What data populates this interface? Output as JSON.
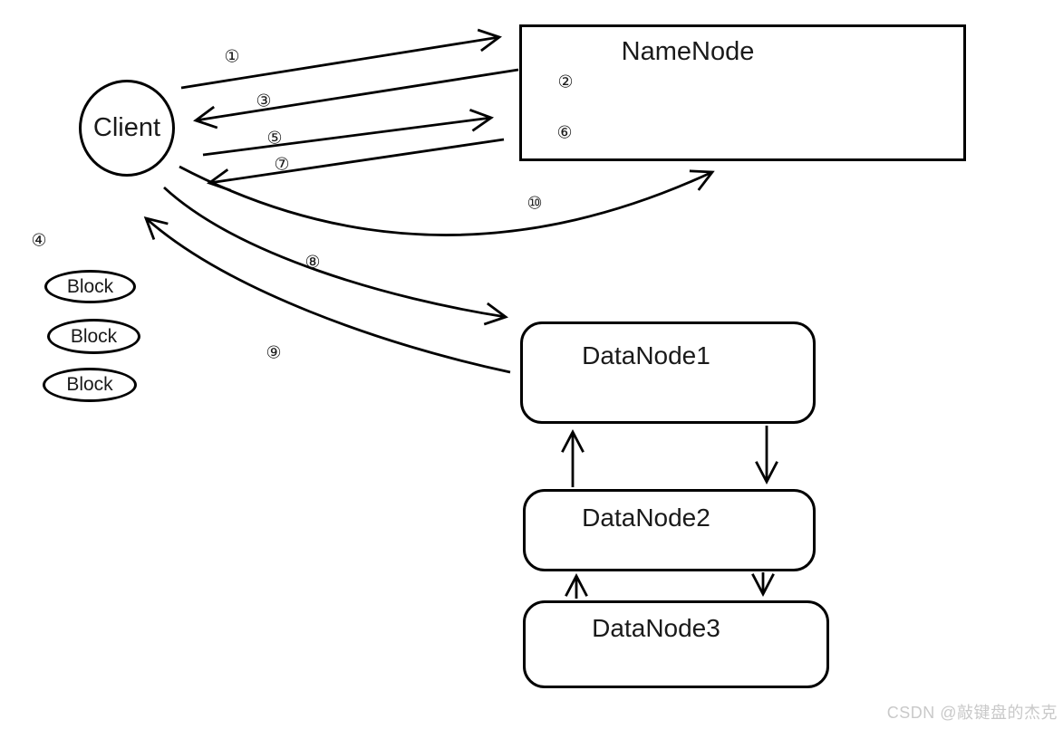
{
  "diagram": {
    "type": "flow-diagram",
    "topic": "HDFS client / NameNode / DataNode interaction",
    "nodes": {
      "client": {
        "label": "Client",
        "shape": "circle"
      },
      "namenode": {
        "label": "NameNode",
        "shape": "rectangle"
      },
      "datanode1": {
        "label": "DataNode1",
        "shape": "rounded-rectangle"
      },
      "datanode2": {
        "label": "DataNode2",
        "shape": "rounded-rectangle"
      },
      "datanode3": {
        "label": "DataNode3",
        "shape": "rounded-rectangle"
      }
    },
    "blocks": [
      "Block",
      "Block",
      "Block"
    ],
    "steps": [
      "①",
      "②",
      "③",
      "④",
      "⑤",
      "⑥",
      "⑦",
      "⑧",
      "⑨",
      "⑩"
    ]
  },
  "colors": {
    "line": "#000000",
    "background": "#ffffff",
    "watermark_text": "#c9c9c9"
  },
  "watermark": {
    "text": "CSDN @敲键盘的杰克"
  }
}
